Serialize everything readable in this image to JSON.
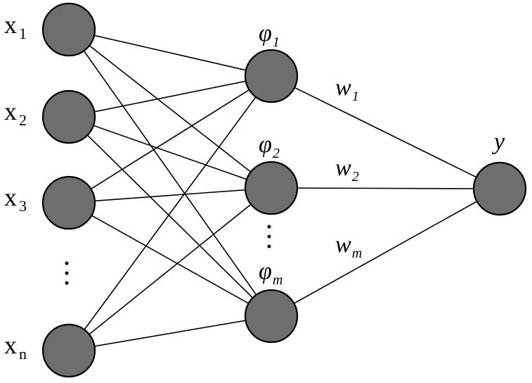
{
  "inputs": [
    {
      "base": "x",
      "sub": "1"
    },
    {
      "base": "x",
      "sub": "2"
    },
    {
      "base": "x",
      "sub": "3"
    },
    {
      "base": "x",
      "sub": "n"
    }
  ],
  "hidden": [
    {
      "base": "φ",
      "sub": "1"
    },
    {
      "base": "φ",
      "sub": "2"
    },
    {
      "base": "φ",
      "sub": "m"
    }
  ],
  "weights": [
    {
      "base": "w",
      "sub": "1"
    },
    {
      "base": "w",
      "sub": "2"
    },
    {
      "base": "w",
      "sub": "m"
    }
  ],
  "output": {
    "label": "y"
  },
  "colors": {
    "node_fill": "#6e6e6e",
    "stroke": "#000000",
    "background": "#ffffff"
  }
}
